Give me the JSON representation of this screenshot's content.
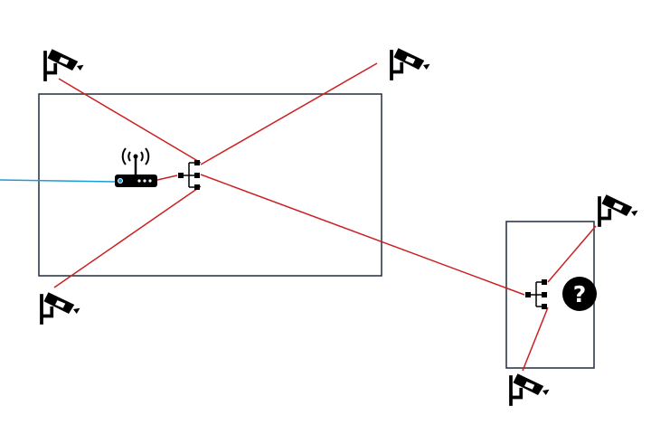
{
  "colors": {
    "background": "#ffffff",
    "frame": "#1f2d3d",
    "link": "#cc1f1f",
    "uplink": "#1e9bd7",
    "icon": "#000000",
    "icon_fill": "#ffffff"
  },
  "icons": {
    "camera": "security-camera-icon",
    "router": "wifi-router-icon",
    "switch": "network-switch-icon",
    "unknown": "question-mark-icon"
  },
  "unknown_glyph": "?",
  "diagram": {
    "areas": [
      {
        "id": "area-main"
      },
      {
        "id": "area-remote"
      }
    ],
    "devices": [
      {
        "id": "camera-1",
        "type": "camera"
      },
      {
        "id": "camera-2",
        "type": "camera"
      },
      {
        "id": "camera-3",
        "type": "camera"
      },
      {
        "id": "camera-4",
        "type": "camera"
      },
      {
        "id": "camera-5",
        "type": "camera"
      },
      {
        "id": "router-1",
        "type": "router"
      },
      {
        "id": "switch-1",
        "type": "switch"
      },
      {
        "id": "switch-2",
        "type": "switch"
      },
      {
        "id": "unknown-device-1",
        "type": "unknown"
      }
    ],
    "links": [
      {
        "from": "external",
        "to": "router-1",
        "kind": "uplink"
      },
      {
        "from": "router-1",
        "to": "switch-1",
        "kind": "link"
      },
      {
        "from": "camera-1",
        "to": "switch-1",
        "kind": "link"
      },
      {
        "from": "camera-2",
        "to": "switch-1",
        "kind": "link"
      },
      {
        "from": "camera-3",
        "to": "switch-1",
        "kind": "link"
      },
      {
        "from": "switch-1",
        "to": "switch-2",
        "kind": "link"
      },
      {
        "from": "camera-4",
        "to": "switch-2",
        "kind": "link"
      },
      {
        "from": "camera-5",
        "to": "switch-2",
        "kind": "link"
      }
    ]
  }
}
